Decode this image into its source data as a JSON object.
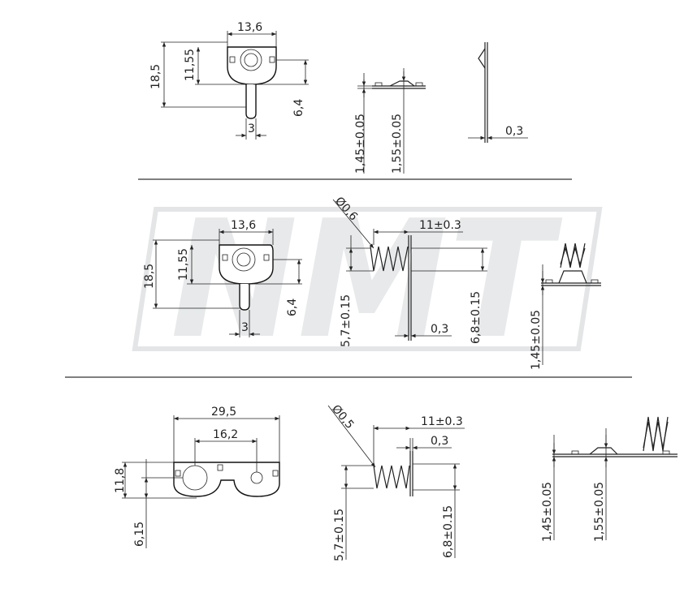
{
  "watermark": {
    "text": "NMT",
    "color": "#e7e9ea"
  },
  "section_top": {
    "front": {
      "width": "13,6",
      "height": "18,5",
      "inner_height": "11,55",
      "offset": "6,4",
      "tab_width": "3"
    },
    "side": {
      "thickness_a": "1,45±0.05",
      "thickness_b": "1,55±0.05"
    },
    "edge": {
      "thickness": "0,3"
    }
  },
  "section_middle": {
    "front": {
      "width": "13,6",
      "height": "18,5",
      "inner_height": "11,55",
      "offset": "6,4",
      "tab_width": "3"
    },
    "spring": {
      "wire_dia": "Ø0,6",
      "length": "11±0.3",
      "height_a": "5,7±0.15",
      "height_b": "6,8±0.15",
      "thickness": "0,3"
    },
    "side": {
      "thickness": "1,45±0.05"
    }
  },
  "section_bottom": {
    "front": {
      "width": "29,5",
      "hole_pitch": "16,2",
      "height": "11,8",
      "offset": "6,15"
    },
    "spring": {
      "wire_dia": "Ø0,5",
      "length": "11±0.3",
      "thickness": "0,3",
      "height_a": "5,7±0.15",
      "height_b": "6,8±0.15"
    },
    "side": {
      "thickness_a": "1,45±0.05",
      "thickness_b": "1,55±0.05"
    }
  }
}
